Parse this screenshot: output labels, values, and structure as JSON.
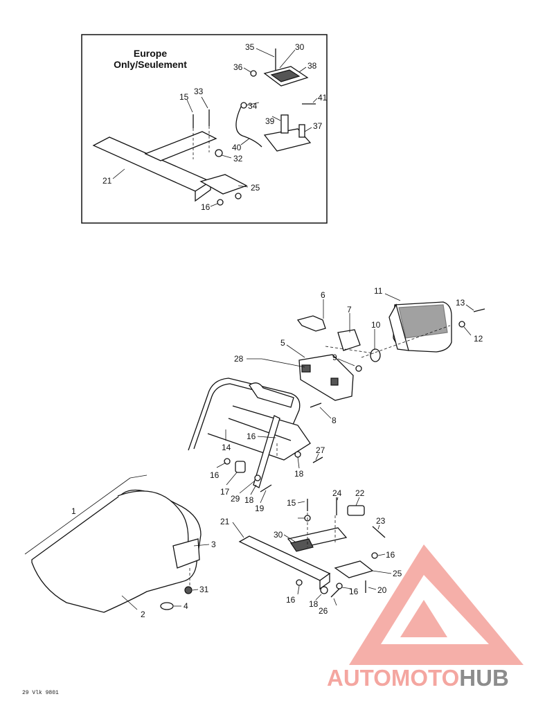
{
  "inset": {
    "title_line1": "Europe",
    "title_line2": "Only/Seulement",
    "callouts": [
      "35",
      "30",
      "36",
      "38",
      "33",
      "15",
      "34",
      "41",
      "39",
      "37",
      "40",
      "32",
      "21",
      "25",
      "16"
    ]
  },
  "main": {
    "callouts": [
      "6",
      "11",
      "13",
      "7",
      "10",
      "12",
      "5",
      "28",
      "9",
      "8",
      "16",
      "14",
      "27",
      "16",
      "17",
      "29",
      "18",
      "18",
      "19",
      "1",
      "15",
      "24",
      "22",
      "21",
      "23",
      "30",
      "3",
      "16",
      "25",
      "31",
      "16",
      "20",
      "18",
      "16",
      "4",
      "26",
      "2"
    ]
  },
  "reference_code": "29 Vlk 9801",
  "watermark": {
    "part1": "AUTOMOTO",
    "part2": "HUB",
    "color_primary": "#f4a6a0",
    "color_secondary": "#8c8c8c"
  }
}
